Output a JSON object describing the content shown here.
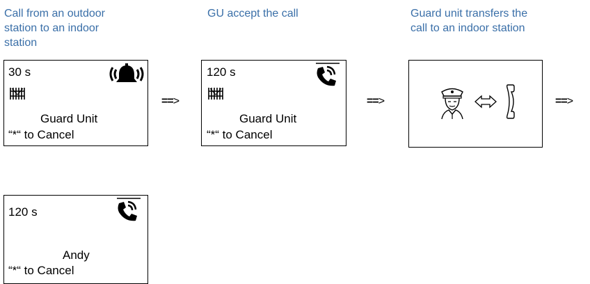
{
  "captions": [
    "Call from an outdoor\nstation to an indoor\nstation",
    "GU accept the call",
    "Guard unit transfers the\ncall to an indoor station"
  ],
  "panels": [
    {
      "time": "30 s",
      "name": "Guard Unit",
      "cancel": "“*“ to Cancel",
      "status_icon": "ringing-bell-icon",
      "extra_icon": "gate-icon"
    },
    {
      "time": "120 s",
      "name": "Guard Unit",
      "cancel": "“*“ to Cancel",
      "status_icon": "handset-call-icon",
      "extra_icon": "gate-icon"
    },
    {
      "transfer_icons": [
        "guard-icon",
        "double-arrow-icon",
        "handset-icon"
      ]
    },
    {
      "time": "120 s",
      "name": "Andy",
      "cancel": "“*“ to Cancel",
      "status_icon": "handset-call-icon"
    }
  ],
  "arrow_label_eq": "==",
  "arrow_label_gt": ">"
}
